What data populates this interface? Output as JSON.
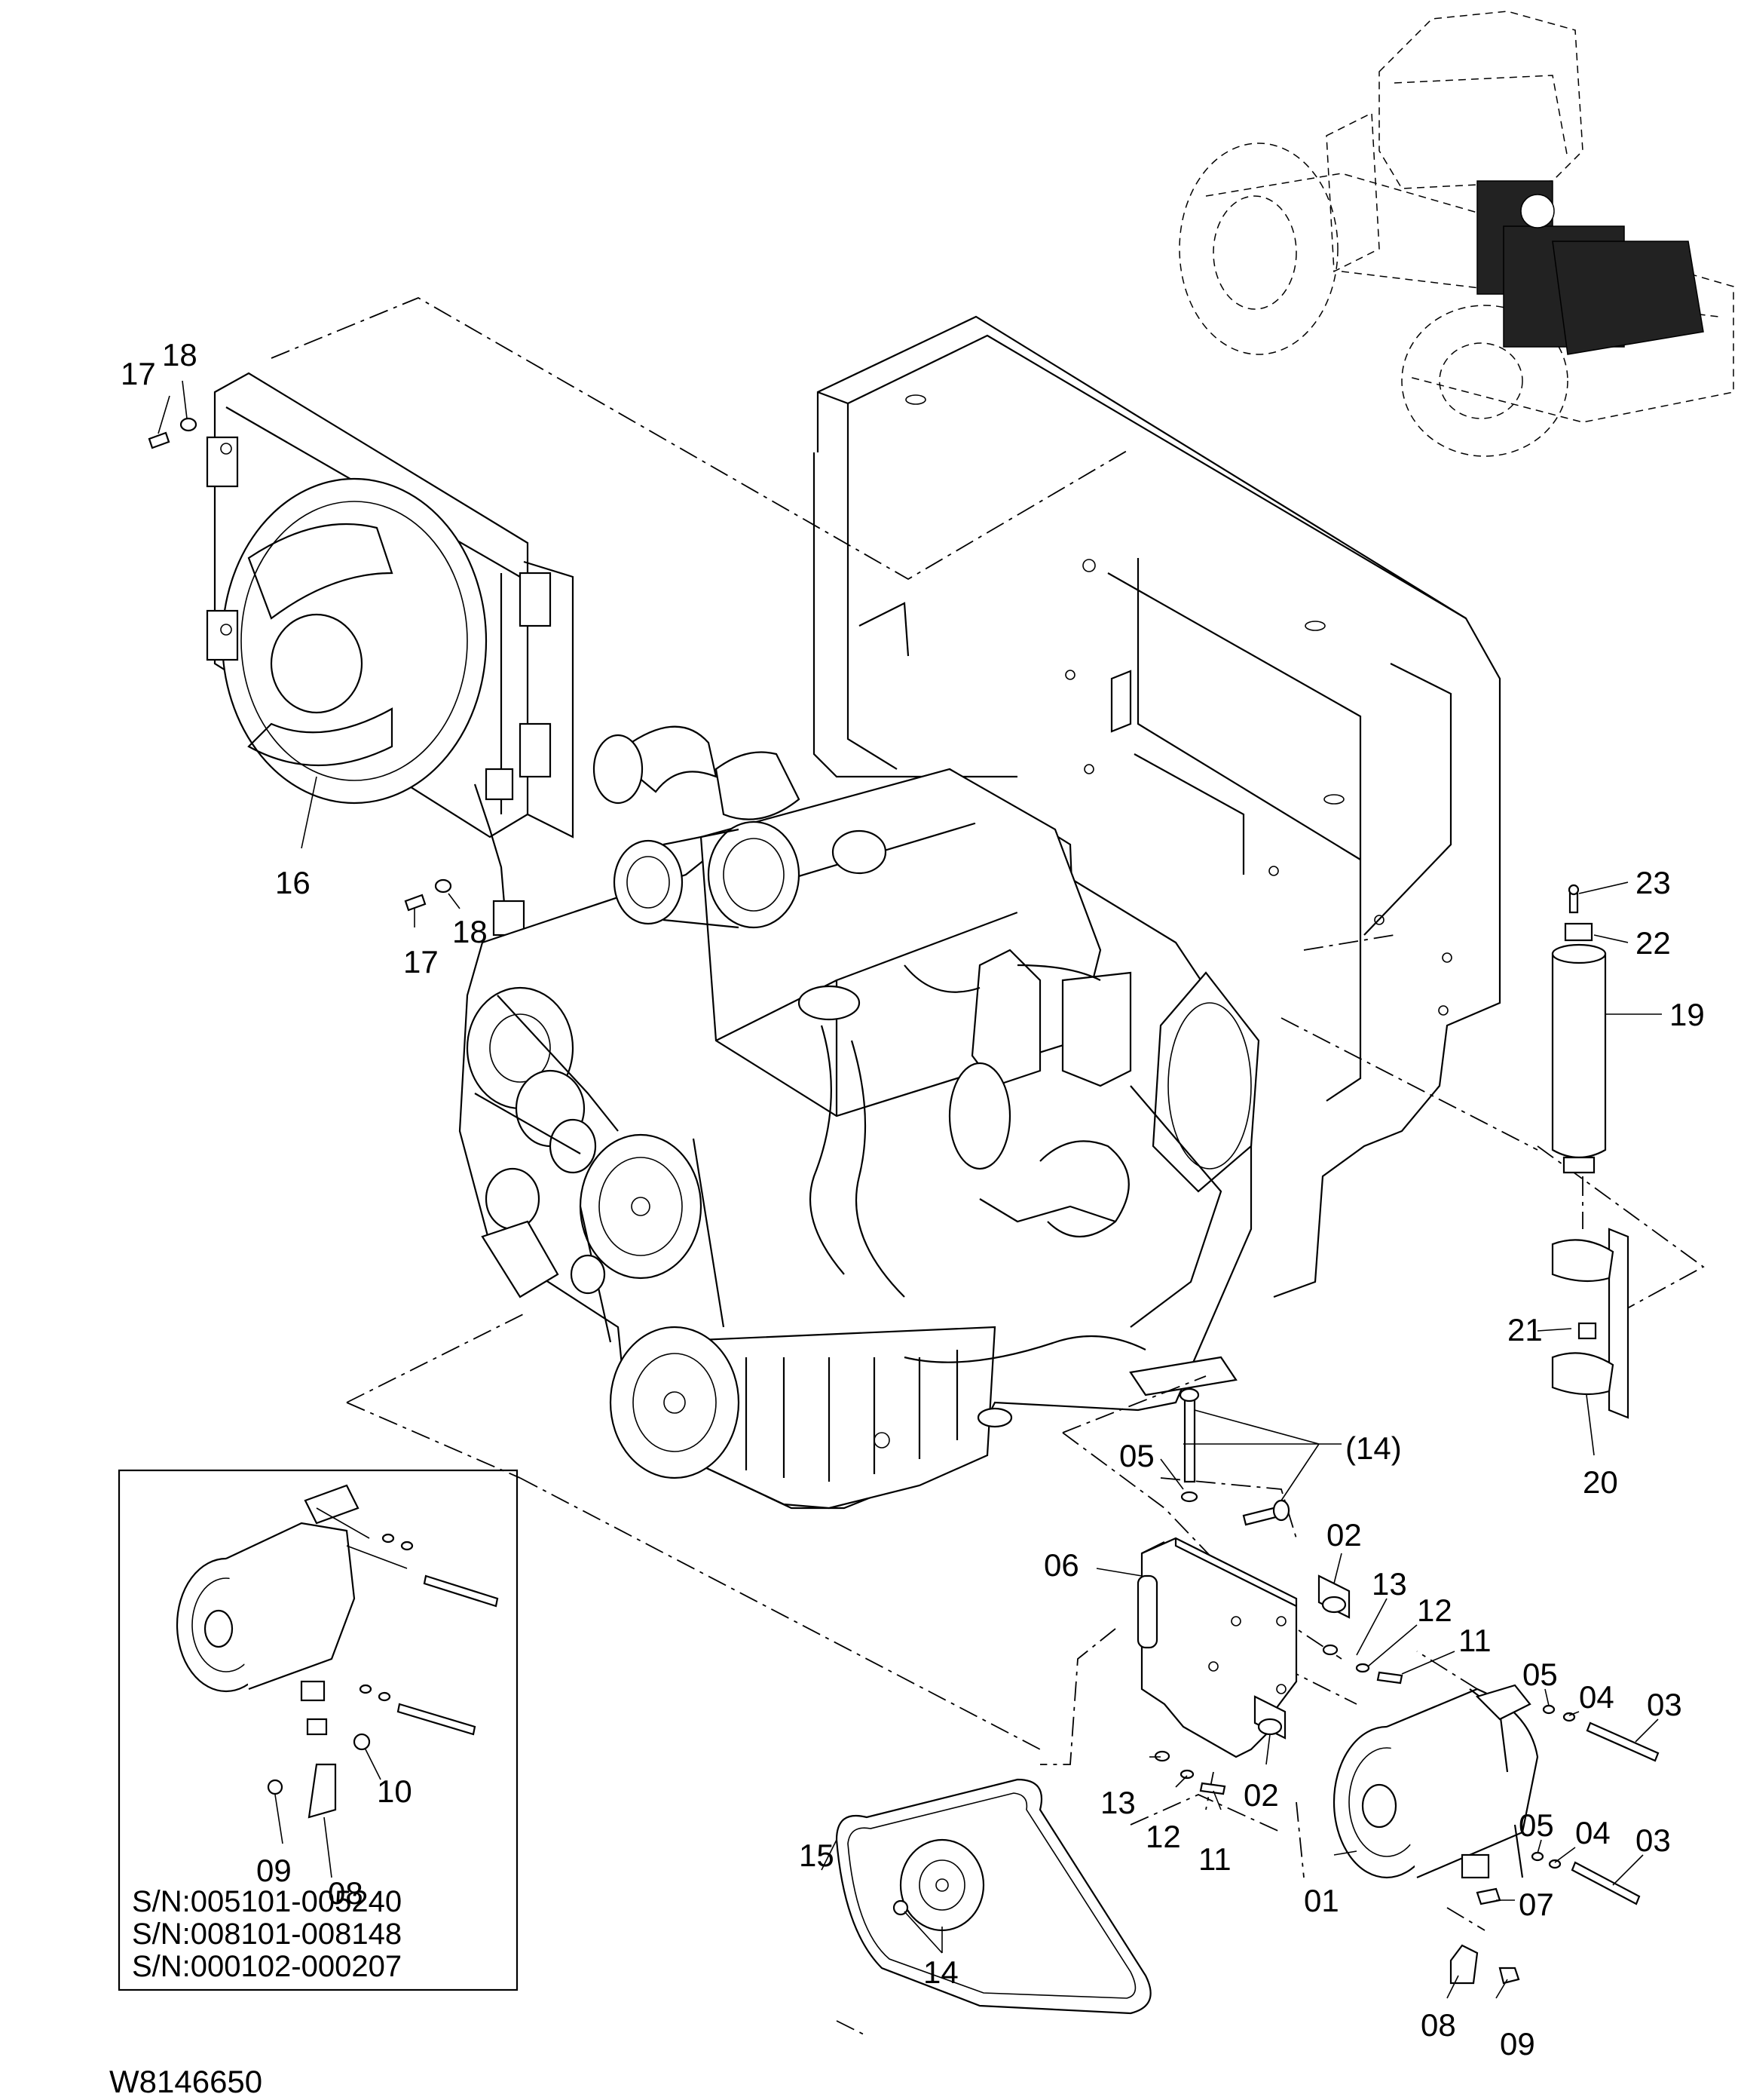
{
  "drawing": {
    "reference_code": "W8146650",
    "inset": {
      "serial_ranges": [
        "S/N:005101-005240",
        "S/N:008101-008148",
        "S/N:000102-000207"
      ]
    }
  },
  "callouts": {
    "c01": "01",
    "c02a": "02",
    "c02b": "02",
    "c03a": "03",
    "c03b": "03",
    "c04a": "04",
    "c04b": "04",
    "c05a": "05",
    "c05b": "05",
    "c05c": "05",
    "c06": "06",
    "c07": "07",
    "c08a": "08",
    "c08b": "08",
    "c09a": "09",
    "c09b": "09",
    "c10": "10",
    "c11a": "11",
    "c11b": "11",
    "c12a": "12",
    "c12b": "12",
    "c13a": "13",
    "c13b": "13",
    "c14": "(14)",
    "c14b": "14",
    "c15": "15",
    "c16": "16",
    "c17a": "17",
    "c17b": "17",
    "c18a": "18",
    "c18b": "18",
    "c19": "19",
    "c20": "20",
    "c21": "21",
    "c22": "22",
    "c23": "23"
  }
}
